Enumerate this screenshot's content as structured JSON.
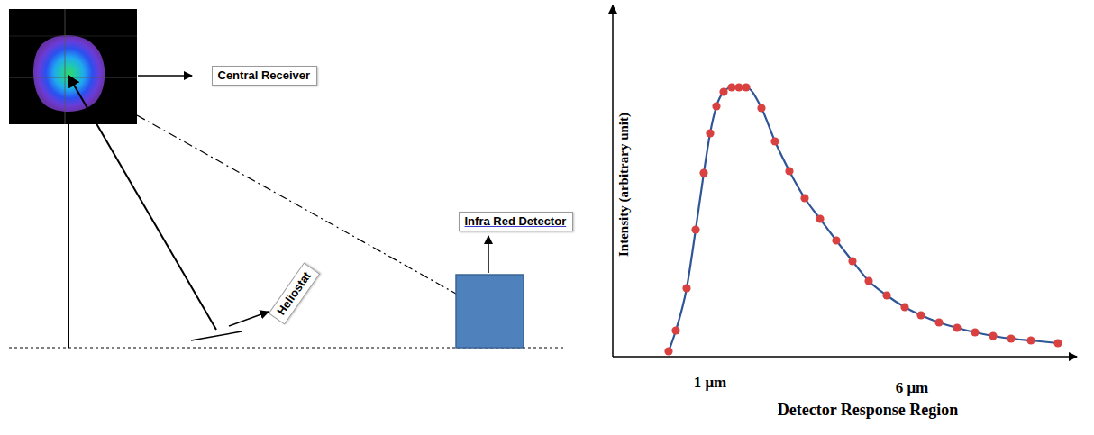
{
  "diagram": {
    "nodes": [
      {
        "text": [
          "Central Receiver"
        ]
      },
      {
        "text": [
          "Infra Red Detector"
        ]
      },
      {
        "text": [
          "Heliostat"
        ]
      }
    ],
    "labels": [
      "Intensity (arbitrary unit)",
      "1 μm",
      "6 μm",
      "Detector Response Region"
    ]
  }
}
